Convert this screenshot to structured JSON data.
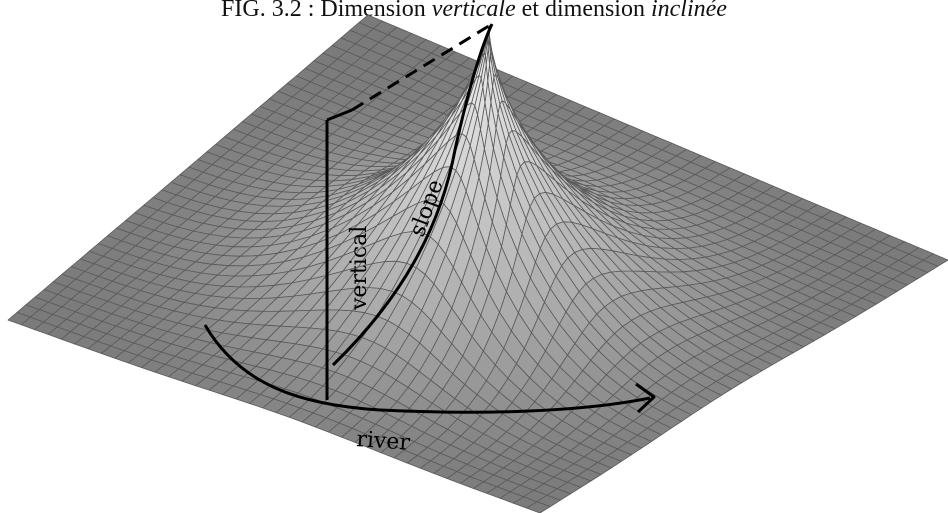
{
  "caption": {
    "prefix": "FIG. 3.2 : Dimension ",
    "term1": "verticale",
    "middle": " et dimension ",
    "term2": "inclinée"
  },
  "labels": {
    "vertical": "vertical",
    "slope": "slope",
    "river": "river"
  },
  "colors": {
    "surface_dark": "#7a7a7a",
    "surface_light": "#f2f2f2",
    "mesh": "#5a5a5a",
    "annotation": "#000000"
  }
}
